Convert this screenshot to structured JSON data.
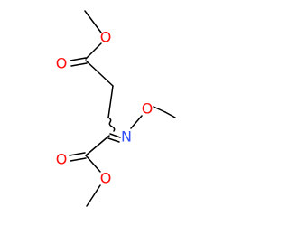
{
  "colors": {
    "carbon_bond": "#000000",
    "oxygen": "#ff0d0d",
    "nitrogen": "#3050f8",
    "background": "#ffffff"
  },
  "atoms": {
    "o1": "O",
    "o2": "O",
    "o3": "O",
    "o4": "O",
    "o5": "O",
    "n1": "N"
  }
}
